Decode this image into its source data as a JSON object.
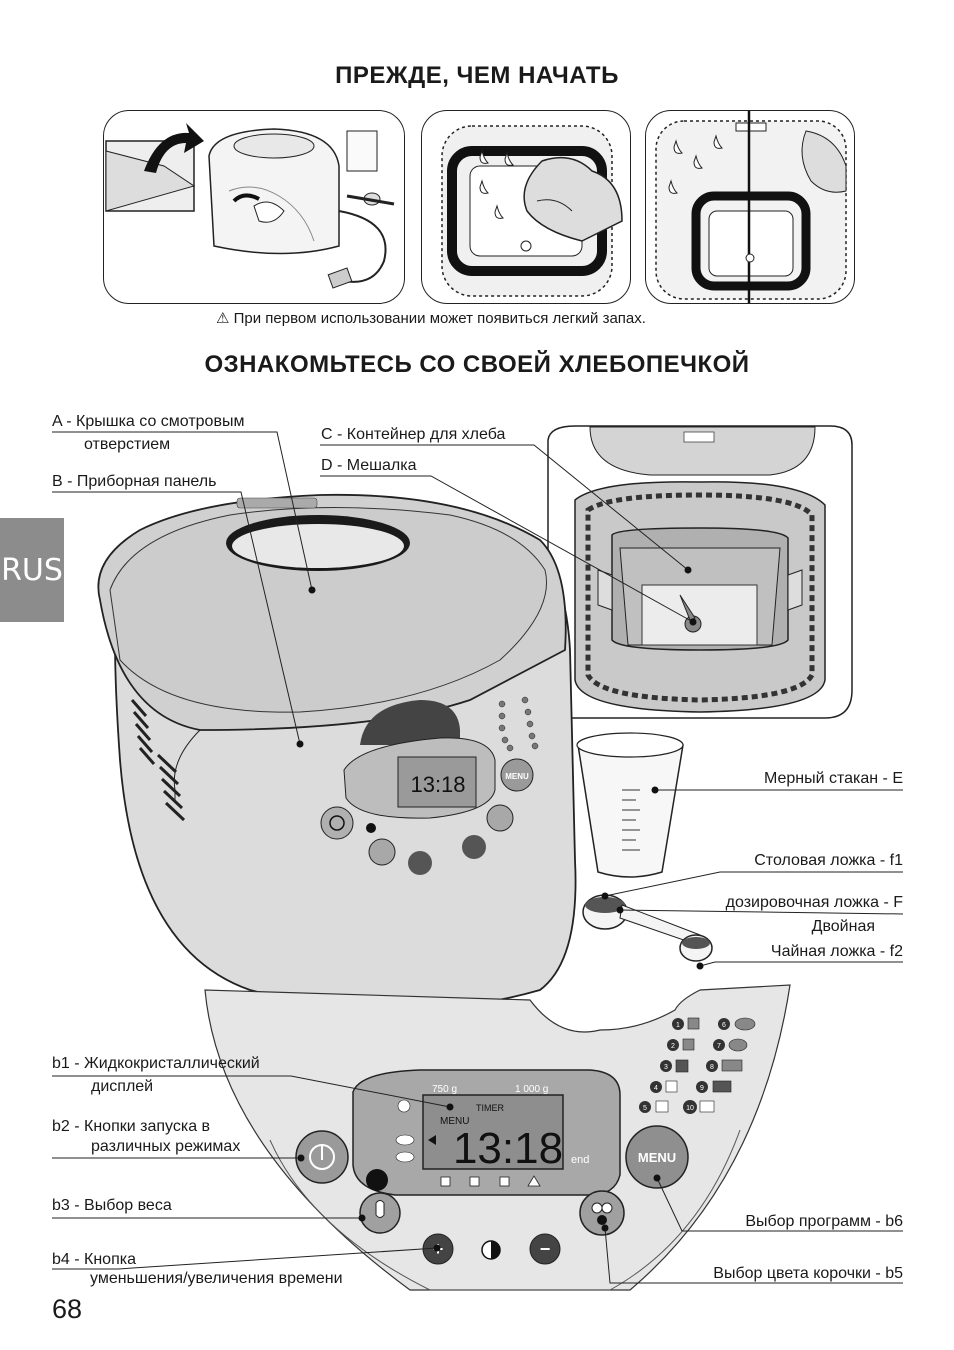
{
  "headings": {
    "before_start": "ПРЕЖДЕ, ЧЕМ НАЧАТЬ",
    "get_to_know": "ОЗНАКОМЬТЕСЬ СО СВОЕЙ ХЛЕБОПЕЧКОЙ"
  },
  "warning": {
    "icon": "warning-triangle-icon",
    "text": "При первом использовании может появиться легкий запах."
  },
  "labels": {
    "a_line1": "A - Крышка со смотровым",
    "a_line2": "отверстием",
    "b": "B - Приборная панель",
    "c": "C - Контейнер для хлеба",
    "d": "D - Мешалка",
    "e": "Мерный стакан - E",
    "f1": "Столовая ложка - f1",
    "f": "дозировочная ложка - F",
    "f_double": "Двойная",
    "f2": "Чайная ложка - f2",
    "b1_line1": "b1 - Жидкокристаллический",
    "b1_line2": "дисплей",
    "b2_line1": "b2 - Кнопки запуска в",
    "b2_line2": "различных режимах",
    "b3": "b3 - Выбор веса",
    "b4_line1": "b4 - Кнопка",
    "b4_line2": "уменьшения/увеличения времени",
    "b5": "Выбор цвета корочки - b5",
    "b6": "Выбор программ - b6"
  },
  "display": {
    "weight_small": "750 g",
    "weight_large": "1 000 g",
    "menu": "MENU",
    "timer": "TIMER",
    "time": "13:18",
    "end": "end"
  },
  "buttons": {
    "menu": "MENU",
    "plus": "+",
    "minus": "−"
  },
  "programs": [
    "1",
    "2",
    "3",
    "4",
    "5",
    "6",
    "7",
    "8",
    "9",
    "10"
  ],
  "side_tab": "RUS",
  "page_number": "68"
}
